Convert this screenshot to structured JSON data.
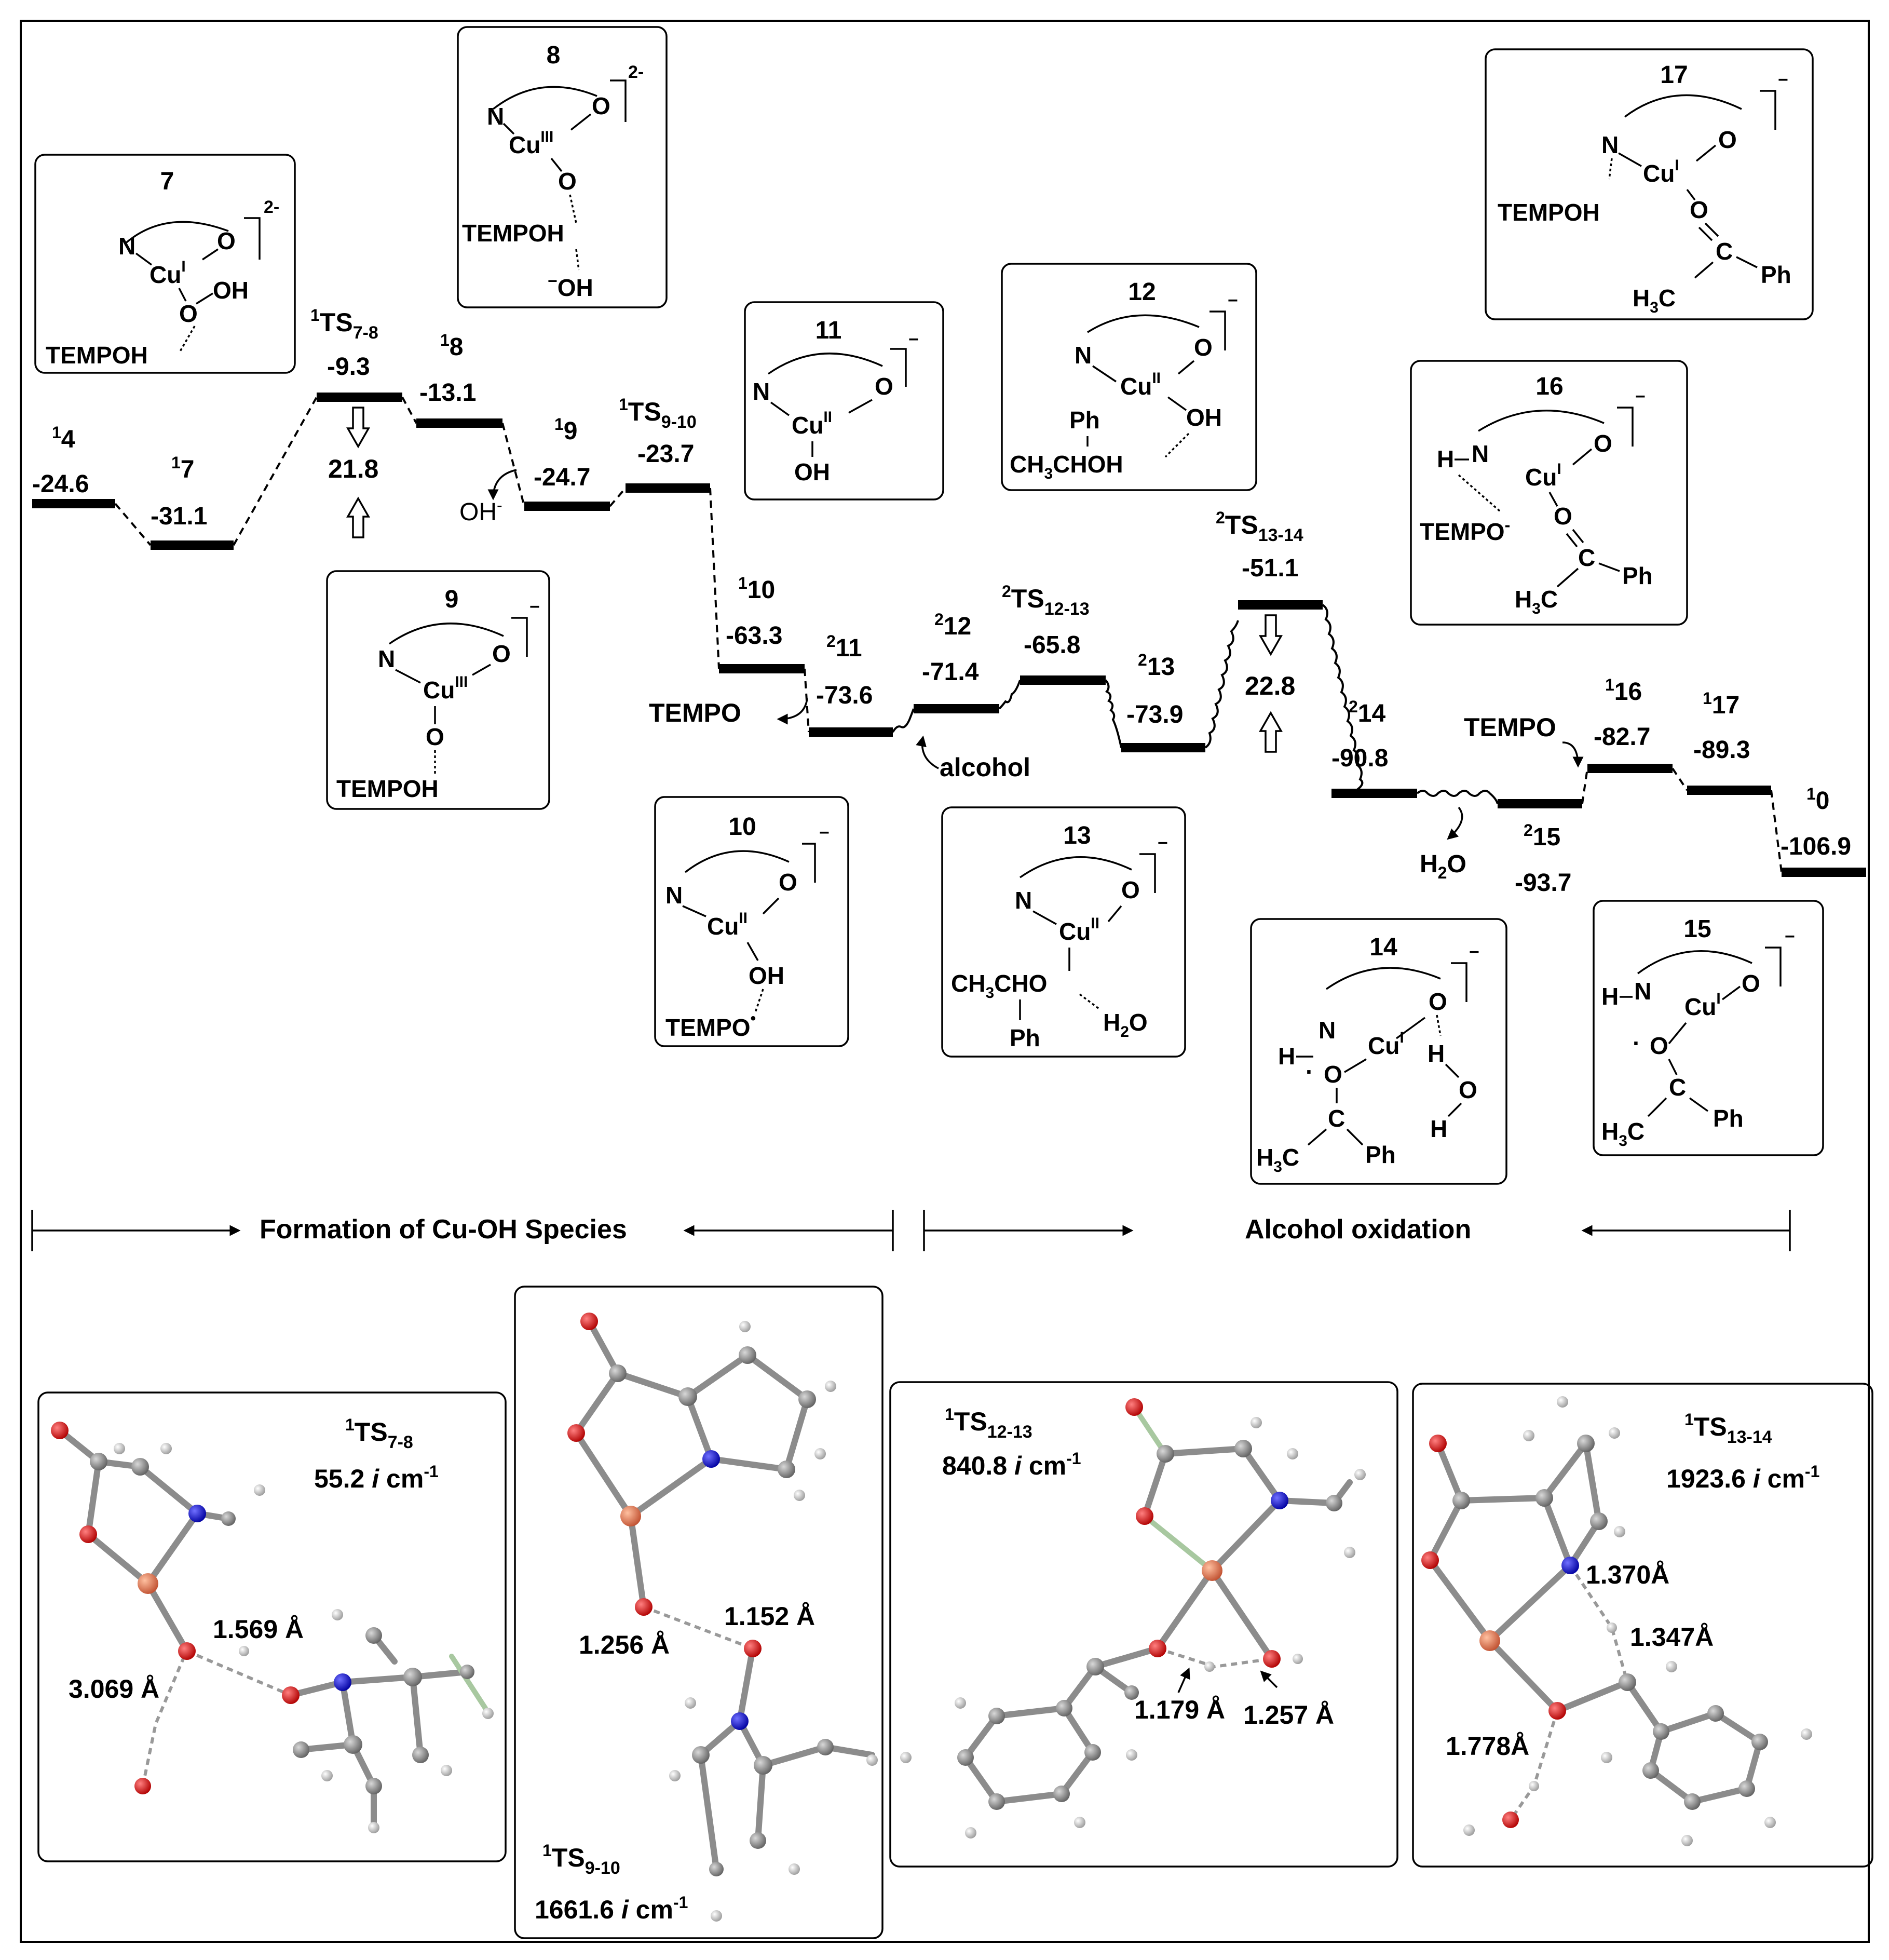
{
  "levels": [
    {
      "id": "4",
      "label": "4",
      "spin": "1",
      "energy": "-24.6"
    },
    {
      "id": "7",
      "label": "7",
      "spin": "1",
      "energy": "-31.1"
    },
    {
      "id": "ts78",
      "label": "TS",
      "sub": "7-8",
      "spin": "1",
      "energy": "-9.3"
    },
    {
      "id": "8",
      "label": "8",
      "spin": "1",
      "energy": "-13.1"
    },
    {
      "id": "9",
      "label": "9",
      "spin": "1",
      "energy": "-24.7"
    },
    {
      "id": "ts910",
      "label": "TS",
      "sub": "9-10",
      "spin": "1",
      "energy": "-23.7"
    },
    {
      "id": "10",
      "label": "10",
      "spin": "1",
      "energy": "-63.3"
    },
    {
      "id": "11",
      "label": "11",
      "spin": "2",
      "energy": "-73.6"
    },
    {
      "id": "12",
      "label": "12",
      "spin": "2",
      "energy": "-71.4"
    },
    {
      "id": "ts1213",
      "label": "TS",
      "sub": "12-13",
      "spin": "2",
      "energy": "-65.8"
    },
    {
      "id": "13",
      "label": "13",
      "spin": "2",
      "energy": "-73.9"
    },
    {
      "id": "ts1314",
      "label": "TS",
      "sub": "13-14",
      "spin": "2",
      "energy": "-51.1"
    },
    {
      "id": "14",
      "label": "14",
      "spin": "2",
      "energy": "-90.8"
    },
    {
      "id": "15",
      "label": "15",
      "spin": "2",
      "energy": "-93.7"
    },
    {
      "id": "16",
      "label": "16",
      "spin": "1",
      "energy": "-82.7"
    },
    {
      "id": "17",
      "label": "17",
      "spin": "1",
      "energy": "-89.3"
    },
    {
      "id": "0",
      "label": "0",
      "spin": "1",
      "energy": "-106.9"
    }
  ],
  "barriers": [
    {
      "id": "b1",
      "value": "21.8"
    },
    {
      "id": "b2",
      "value": "22.8"
    }
  ],
  "reagents": {
    "oh": "OH",
    "oh_sup": "-",
    "tempo_out": "TEMPO",
    "alcohol_in": "alcohol",
    "h2o_out": "H",
    "h2o_sub": "2",
    "h2o_o": "O",
    "tempo_in": "TEMPO"
  },
  "sections": {
    "left": "Formation of Cu-OH Species",
    "right": "Alcohol oxidation"
  },
  "structures": {
    "s7": {
      "num": "7",
      "charge": "2-",
      "n": "N",
      "cu": "Cu",
      "ox": "I",
      "o": "O",
      "o2": "O",
      "oh": "OH",
      "tempoh": "TEMPOH"
    },
    "s8": {
      "num": "8",
      "charge": "2-",
      "n": "N",
      "cu": "Cu",
      "ox": "III",
      "o": "O",
      "o2": "O",
      "tempoh": "TEMPOH",
      "oh": "OH",
      "oh_sup": "−"
    },
    "s9": {
      "num": "9",
      "charge": "−",
      "n": "N",
      "cu": "Cu",
      "ox": "III",
      "o": "O",
      "o2": "O",
      "tempoh": "TEMPOH"
    },
    "s10": {
      "num": "10",
      "charge": "−",
      "n": "N",
      "cu": "Cu",
      "ox": "II",
      "o": "O",
      "oh": "OH",
      "tempo": "TEMPO",
      "tempo_dot": "•"
    },
    "s11": {
      "num": "11",
      "charge": "−",
      "n": "N",
      "cu": "Cu",
      "ox": "II",
      "o": "O",
      "oh": "OH"
    },
    "s12": {
      "num": "12",
      "charge": "−",
      "n": "N",
      "cu": "Cu",
      "ox": "II",
      "o": "O",
      "oh": "OH",
      "ph": "Ph",
      "alc_a": "CH",
      "alc_sub": "3",
      "alc_b": "CHOH"
    },
    "s13": {
      "num": "13",
      "charge": "−",
      "n": "N",
      "cu": "Cu",
      "ox": "II",
      "o": "O",
      "alc_a": "CH",
      "alc_sub": "3",
      "alc_b": "CHO",
      "ph": "Ph",
      "h2o_a": "H",
      "h2o_sub": "2",
      "h2o_b": "O"
    },
    "s14": {
      "num": "14",
      "charge": "−",
      "hn": "H",
      "n": "N",
      "cu": "Cu",
      "ox": "I",
      "o": "O",
      "dot": "·",
      "o2": "O",
      "c": "C",
      "h3c_a": "H",
      "h3c_sub": "3",
      "h3c_b": "C",
      "ph": "Ph",
      "h1": "H",
      "o3": "O",
      "h2": "H"
    },
    "s15": {
      "num": "15",
      "charge": "−",
      "hn": "H",
      "n": "N",
      "cu": "Cu",
      "ox": "I",
      "o": "O",
      "dot": "·",
      "o2": "O",
      "c": "C",
      "h3c_a": "H",
      "h3c_sub": "3",
      "h3c_b": "C",
      "ph": "Ph"
    },
    "s16": {
      "num": "16",
      "charge": "−",
      "hn": "H",
      "n": "N",
      "cu": "Cu",
      "ox": "I",
      "o": "O",
      "tempo": "TEMPO",
      "tempo_sup": "-",
      "o2": "O",
      "c": "C",
      "h3c_a": "H",
      "h3c_sub": "3",
      "h3c_b": "C",
      "ph": "Ph"
    },
    "s17": {
      "num": "17",
      "charge": "−",
      "n": "N",
      "cu": "Cu",
      "ox": "I",
      "o": "O",
      "tempoh": "TEMPOH",
      "o2": "O",
      "c": "C",
      "h3c_a": "H",
      "h3c_sub": "3",
      "h3c_b": "C",
      "ph": "Ph"
    }
  },
  "geometries": [
    {
      "id": "g1",
      "spin": "1",
      "label": "TS",
      "sub": "7-8",
      "freq": "55.2",
      "unit_i": "i",
      "unit": "cm",
      "unit_exp": "-1",
      "dists": [
        "1.569 Å",
        "3.069 Å"
      ]
    },
    {
      "id": "g2",
      "spin": "1",
      "label": "TS",
      "sub": "9-10",
      "freq": "1661.6",
      "unit_i": "i",
      "unit": "cm",
      "unit_exp": "-1",
      "dists": [
        "1.152 Å",
        "1.256 Å"
      ]
    },
    {
      "id": "g3",
      "spin": "1",
      "label": "TS",
      "sub": "12-13",
      "freq": "840.8",
      "unit_i": "i",
      "unit": "cm",
      "unit_exp": "-1",
      "dists": [
        "1.179 Å",
        "1.257 Å"
      ]
    },
    {
      "id": "g4",
      "spin": "1",
      "label": "TS",
      "sub": "13-14",
      "freq": "1923.6",
      "unit_i": "i",
      "unit": "cm",
      "unit_exp": "-1",
      "dists": [
        "1.370Å",
        "1.347Å",
        "1.778Å"
      ]
    }
  ],
  "colors": {
    "oxygen": "#d40000",
    "nitrogen": "#1515d0",
    "copper": "#e07a5f",
    "carbon": "#8a8a8a",
    "hydrogen": "#dcdcdc"
  }
}
